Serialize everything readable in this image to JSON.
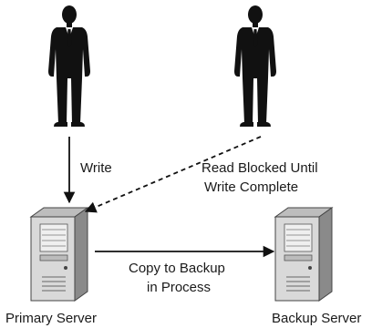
{
  "labels": {
    "write": "Write",
    "read_blocked_line1": "Read Blocked Until",
    "read_blocked_line2": "Write Complete",
    "copy_line1": "Copy to Backup",
    "copy_line2": "in Process",
    "primary_server": "Primary Server",
    "backup_server": "Backup Server"
  },
  "colors": {
    "ink": "#111111",
    "server_face": "#d9d9d9",
    "server_side": "#8a8a8a",
    "server_top": "#bdbdbd"
  }
}
